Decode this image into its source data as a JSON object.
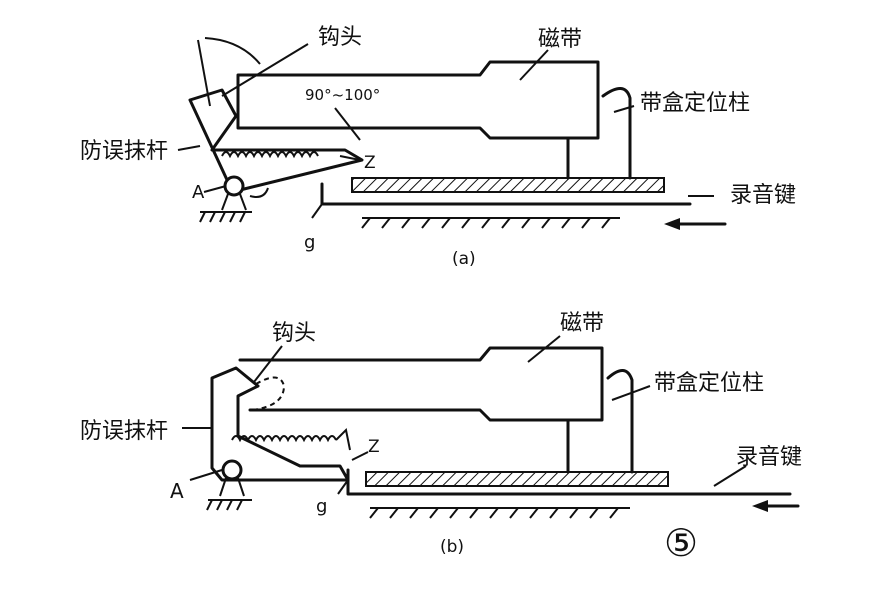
{
  "diagram_a": {
    "hook_label": "钩头",
    "tape_label": "磁带",
    "post_label": "带盒定位柱",
    "lever_label": "防误抹杆",
    "key_label": "录音键",
    "angle_label": "90°~100°",
    "pivot_label": "A",
    "z_label": "Z",
    "g_label": "g",
    "caption": "(a)"
  },
  "diagram_b": {
    "hook_label": "钩头",
    "tape_label": "磁带",
    "post_label": "带盒定位柱",
    "lever_label": "防误抹杆",
    "key_label": "录音键",
    "pivot_label": "A",
    "z_label": "Z",
    "g_label": "g",
    "caption": "(b)"
  },
  "figure_number": "⑤"
}
